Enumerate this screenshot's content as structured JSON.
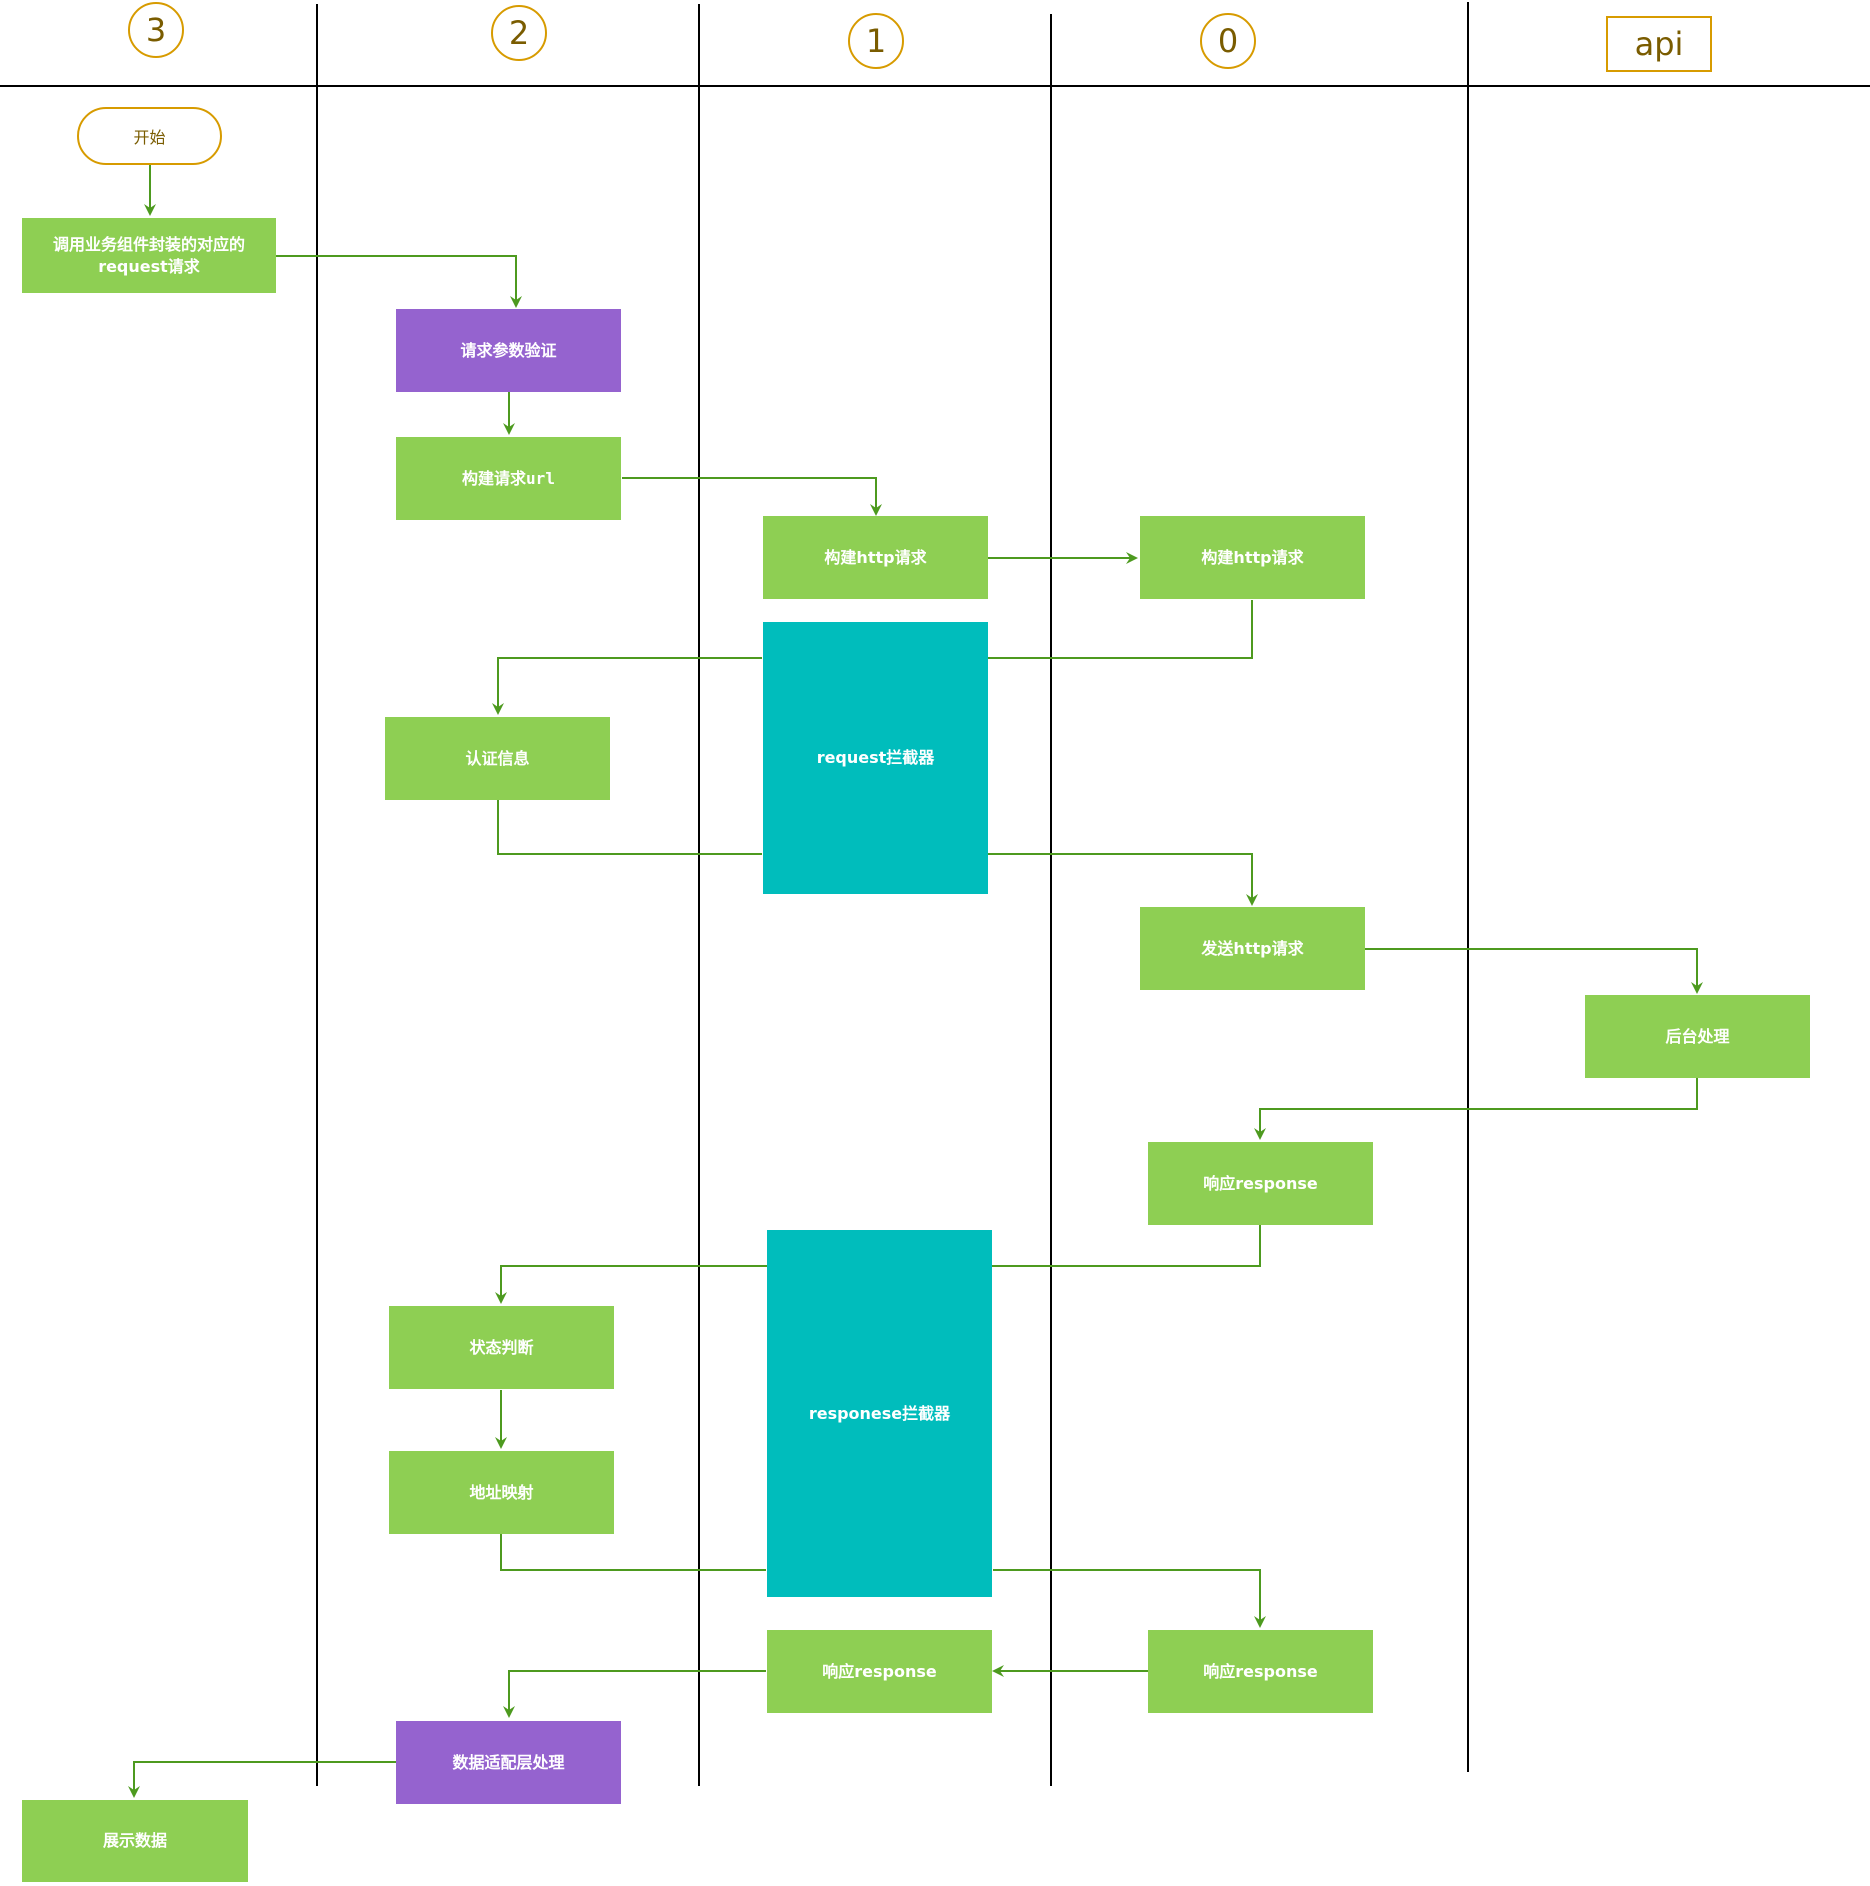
{
  "lanes": {
    "lane3": "3",
    "lane2": "2",
    "lane1": "1",
    "lane0": "0",
    "api": "api"
  },
  "nodes": {
    "start": "开始",
    "call_request_line1": "调用业务组件封装的对应的",
    "call_request_line2": "request请求",
    "param_validate": "请求参数验证",
    "build_url": "构建请求url",
    "build_http_1": "构建http请求",
    "build_http_0": "构建http请求",
    "request_interceptor": "request拦截器",
    "auth_info": "认证信息",
    "send_http": "发送http请求",
    "backend": "后台处理",
    "response_0_top": "响应response",
    "response_interceptor": "responese拦截器",
    "status_check": "状态判断",
    "address_map": "地址映射",
    "response_1": "响应response",
    "response_0_bottom": "响应response",
    "data_adapter": "数据适配层处理",
    "display": "展示数据"
  },
  "colors": {
    "process": "#8ECF53",
    "validation": "#9563CF",
    "interceptor": "#00BDBC",
    "arrow": "#4D9A1F",
    "lane_line": "#000000",
    "label_border": "#D79B00"
  }
}
